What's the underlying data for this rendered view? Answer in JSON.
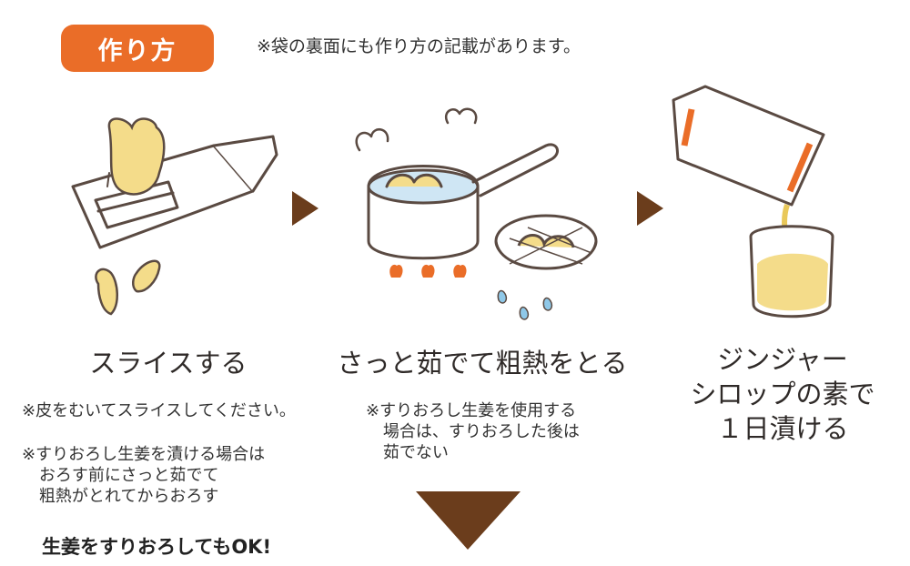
{
  "header": {
    "badge_label": "作り方",
    "note": "※袋の裏面にも作り方の記載があります。"
  },
  "steps": [
    {
      "title": "スライスする"
    },
    {
      "title": "さっと茹でて粗熱をとる"
    },
    {
      "title_lines": [
        "ジンジャー",
        "シロップの素で",
        "１日漬ける"
      ]
    }
  ],
  "notes": {
    "step1_a": "※皮をむいてスライスしてください。",
    "step1_b_lines": [
      "※すりおろし生姜を漬ける場合は",
      "おろす前にさっと茹でて",
      "粗熱がとれてからおろす"
    ],
    "step2_lines": [
      "※すりおろし生姜を使用する",
      "場合は、すりおろした後は",
      "茹でない"
    ]
  },
  "footer": {
    "ok_text": "生姜をすりおろしてもOK!"
  },
  "colors": {
    "accent_orange": "#ea6d28",
    "arrow_brown": "#6b3d1c",
    "ginger_yellow": "#f4dc8a",
    "outline": "#5a4a42"
  }
}
